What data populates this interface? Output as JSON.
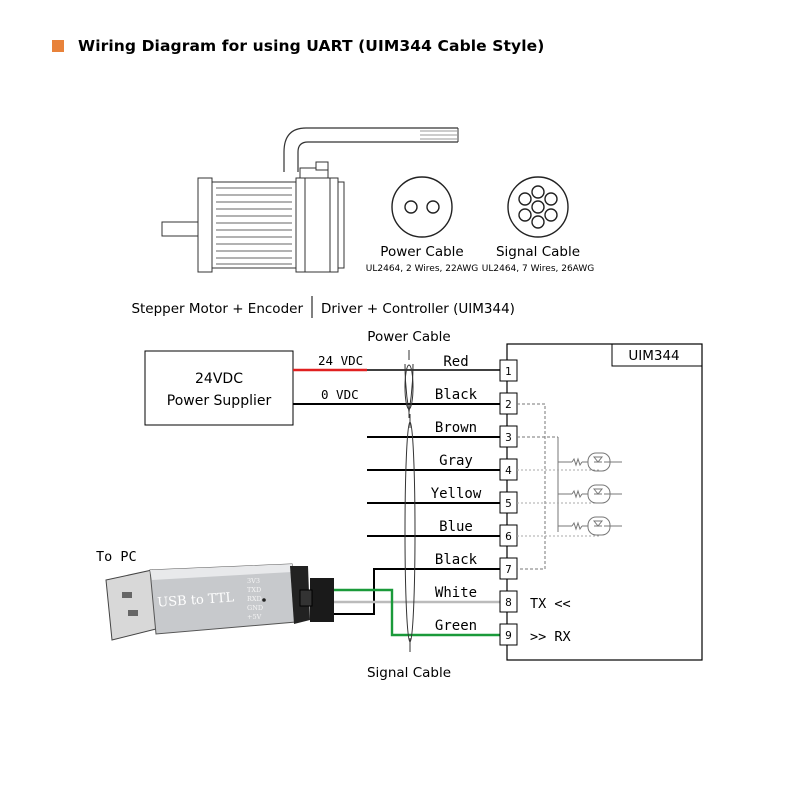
{
  "header": {
    "title": "Wiring Diagram for using UART (UIM344 Cable Style)",
    "accent_color": "#e8823a"
  },
  "motor": {
    "label_left": "Stepper Motor + Encoder",
    "label_right": "Driver + Controller (UIM344)"
  },
  "cables": {
    "power": {
      "name": "Power Cable",
      "spec": "UL2464, 2 Wires, 22AWG"
    },
    "signal": {
      "name": "Signal Cable",
      "spec": "UL2464, 7 Wires, 26AWG"
    }
  },
  "power_supply": {
    "line1": "24VDC",
    "line2": "Power Supplier",
    "v_pos": "24 VDC",
    "v_neg": "0 VDC"
  },
  "power_cable_label": "Power Cable",
  "signal_cable_label": "Signal Cable",
  "controller": {
    "name": "UIM344"
  },
  "pins": [
    {
      "num": "1",
      "wire": "Red"
    },
    {
      "num": "2",
      "wire": "Black"
    },
    {
      "num": "3",
      "wire": "Brown"
    },
    {
      "num": "4",
      "wire": "Gray"
    },
    {
      "num": "5",
      "wire": "Yellow"
    },
    {
      "num": "6",
      "wire": "Blue"
    },
    {
      "num": "7",
      "wire": "Black"
    },
    {
      "num": "8",
      "wire": "White"
    },
    {
      "num": "9",
      "wire": "Green"
    }
  ],
  "pin_signals": {
    "tx": "TX <<",
    "rx": ">> RX"
  },
  "usb": {
    "to_pc": "To PC",
    "device_label": "USB to TTL",
    "pins": [
      "3V3",
      "TXD",
      "RXD",
      "GND",
      "+5V"
    ]
  },
  "wire_colors": {
    "red": "#e02020",
    "green": "#1a9a3a",
    "white": "#bbbbbb"
  }
}
